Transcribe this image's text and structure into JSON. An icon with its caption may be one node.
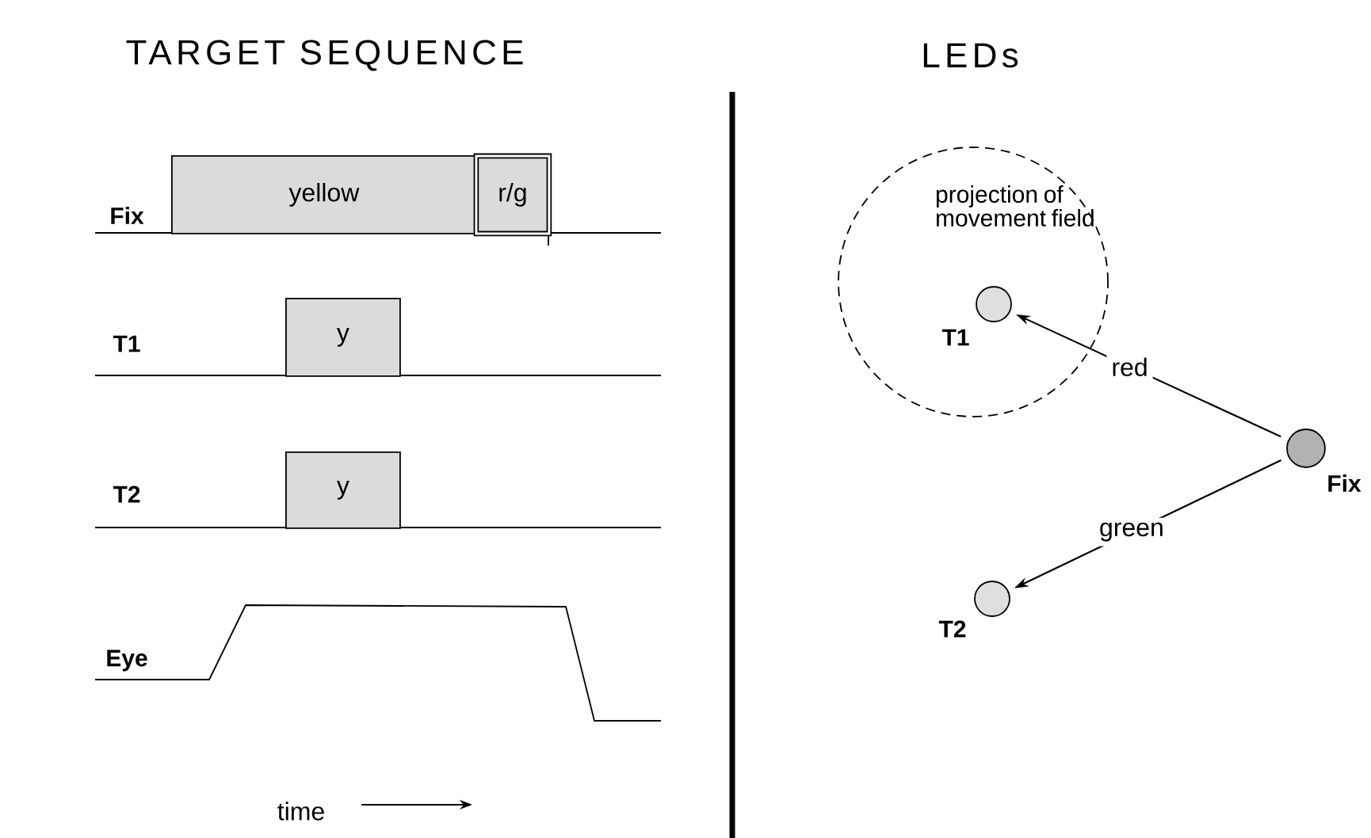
{
  "diagram": {
    "nodes": [
      {
        "text": [
          "yellow"
        ]
      },
      {
        "text": [
          "r/g"
        ]
      },
      {
        "text": [
          "y"
        ]
      },
      {
        "text": [
          "y"
        ]
      },
      {
        "text": [
          "projection of movement field"
        ]
      },
      {
        "text": [],
        "shape": "circle",
        "in": 4,
        "beside": [
          "T1"
        ]
      },
      {
        "text": [],
        "shape": "circle",
        "beside": [
          "Fix"
        ]
      },
      {
        "text": [],
        "shape": "circle",
        "beside": [
          "T2"
        ]
      }
    ],
    "edges": [
      {
        "from": 6,
        "to": 5,
        "arrow": "to",
        "label": "red"
      },
      {
        "from": 6,
        "to": 7,
        "arrow": "to",
        "label": "green"
      }
    ],
    "labels": [
      "TARGET SEQUENCE",
      "LEDs",
      "Fix",
      "T1",
      "T2",
      "Eye",
      "time"
    ]
  }
}
